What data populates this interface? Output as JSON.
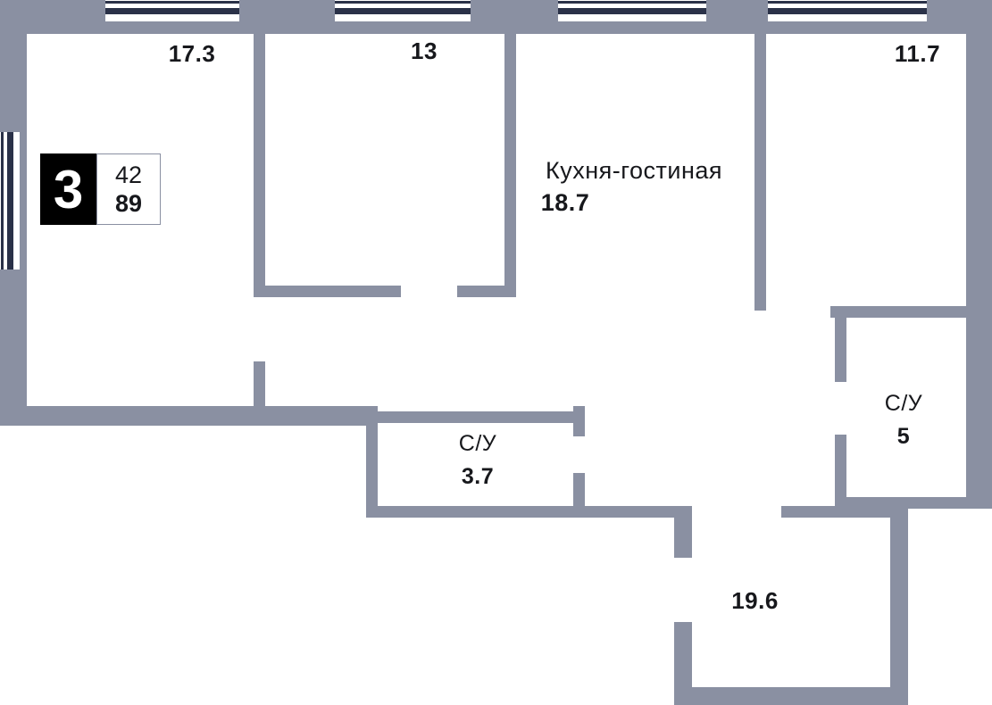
{
  "colors": {
    "wall": "#8a90a2",
    "window_glass": "#2a3148",
    "ink": "#17181c",
    "badge_bg": "#000000",
    "badge_fg": "#ffffff",
    "page_bg": "#ffffff"
  },
  "badge": {
    "room_count": "3",
    "number_top": "42",
    "number_bottom": "89"
  },
  "rooms": [
    {
      "area": "17.3"
    },
    {
      "area": "13"
    },
    {
      "name": "Кухня-гостиная",
      "area": "18.7"
    },
    {
      "area": "11.7"
    },
    {
      "name": "С/У",
      "area": "3.7"
    },
    {
      "name": "С/У",
      "area": "5"
    },
    {
      "area": "19.6"
    }
  ]
}
